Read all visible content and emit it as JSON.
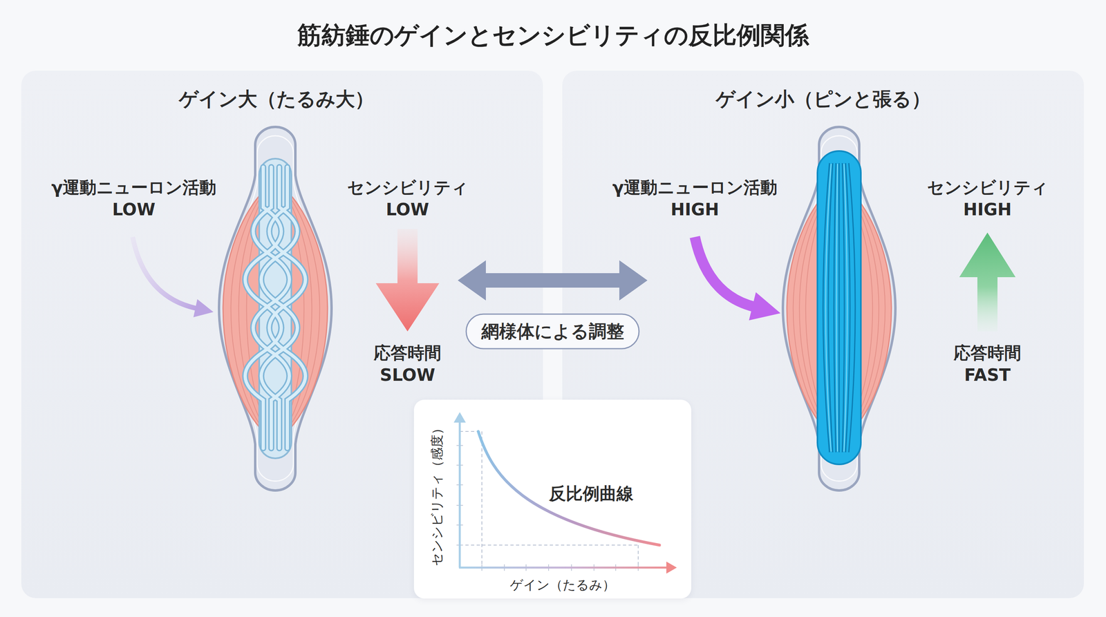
{
  "diagram": {
    "title": "筋紡錘のゲインとセンシビリティの反比例関係",
    "nodes": [
      {
        "text": [
          "ゲイン大（たるみ大）",
          "γ運動ニューロン活動 LOW",
          "センシビリティ LOW",
          "応答時間 SLOW"
        ]
      },
      {
        "text": [
          "ゲイン小（ピンと張る）",
          "γ運動ニューロン活動 HIGH",
          "センシビリティ HIGH",
          "応答時間 FAST"
        ]
      },
      {
        "text": [
          "センシビリティ（感度）",
          "反比例曲線",
          "ゲイン（たるみ）"
        ]
      }
    ],
    "edges": [
      {
        "from": 0,
        "to": 1,
        "arrow": "both",
        "label": "網様体による調整"
      }
    ]
  }
}
